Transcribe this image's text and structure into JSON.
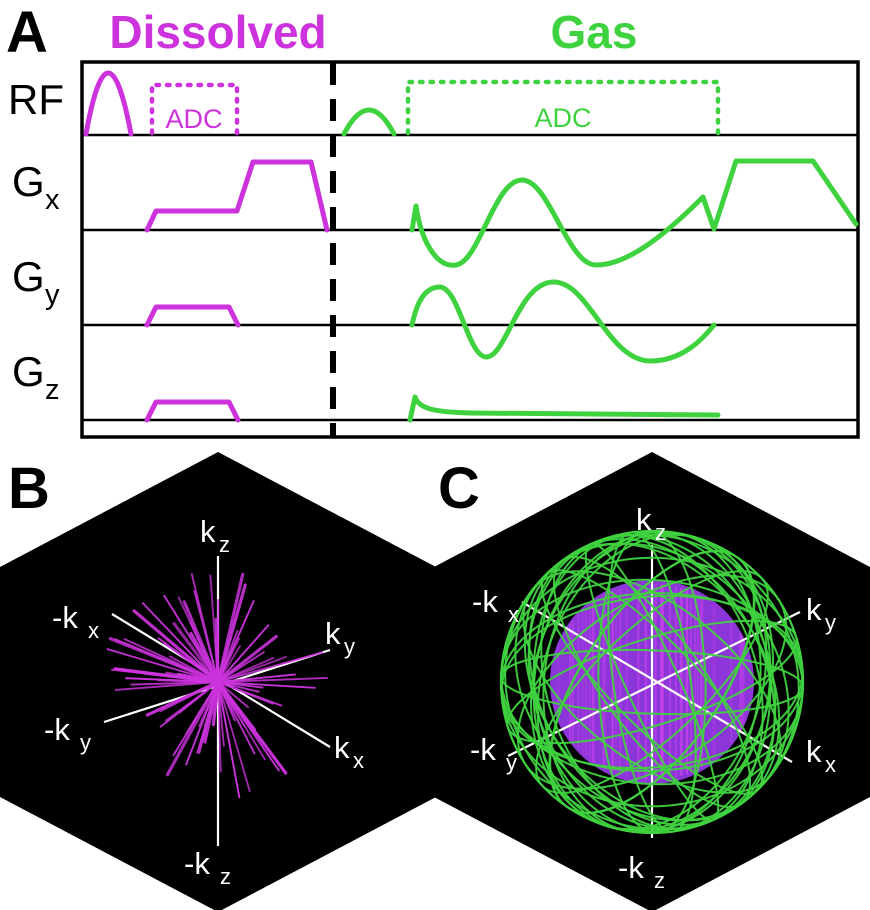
{
  "colors": {
    "dissolved": "#cc33dd",
    "gas": "#3fd23f",
    "core_purple": "#8c35d8",
    "core_streak": "#cc44ee",
    "axis_white": "#ffffff"
  },
  "panelA": {
    "label": "A",
    "dissolved_title": "Dissolved",
    "gas_title": "Gas",
    "adc_dissolved": "ADC",
    "adc_gas": "ADC",
    "row_labels": [
      {
        "main": "RF",
        "sub": ""
      },
      {
        "main": "G",
        "sub": "x"
      },
      {
        "main": "G",
        "sub": "y"
      },
      {
        "main": "G",
        "sub": "z"
      }
    ]
  },
  "panelB": {
    "label": "B",
    "axis_labels": [
      {
        "main": "k",
        "sub": "z"
      },
      {
        "main": "-k",
        "sub": "x"
      },
      {
        "main": "k",
        "sub": "y"
      },
      {
        "main": "-k",
        "sub": "y"
      },
      {
        "main": "k",
        "sub": "x"
      },
      {
        "main": "-k",
        "sub": "z"
      }
    ]
  },
  "panelC": {
    "label": "C",
    "axis_labels": [
      {
        "main": "k",
        "sub": "z"
      },
      {
        "main": "-k",
        "sub": "x"
      },
      {
        "main": "k",
        "sub": "y"
      },
      {
        "main": "-k",
        "sub": "y"
      },
      {
        "main": "k",
        "sub": "x"
      },
      {
        "main": "-k",
        "sub": "z"
      }
    ]
  }
}
